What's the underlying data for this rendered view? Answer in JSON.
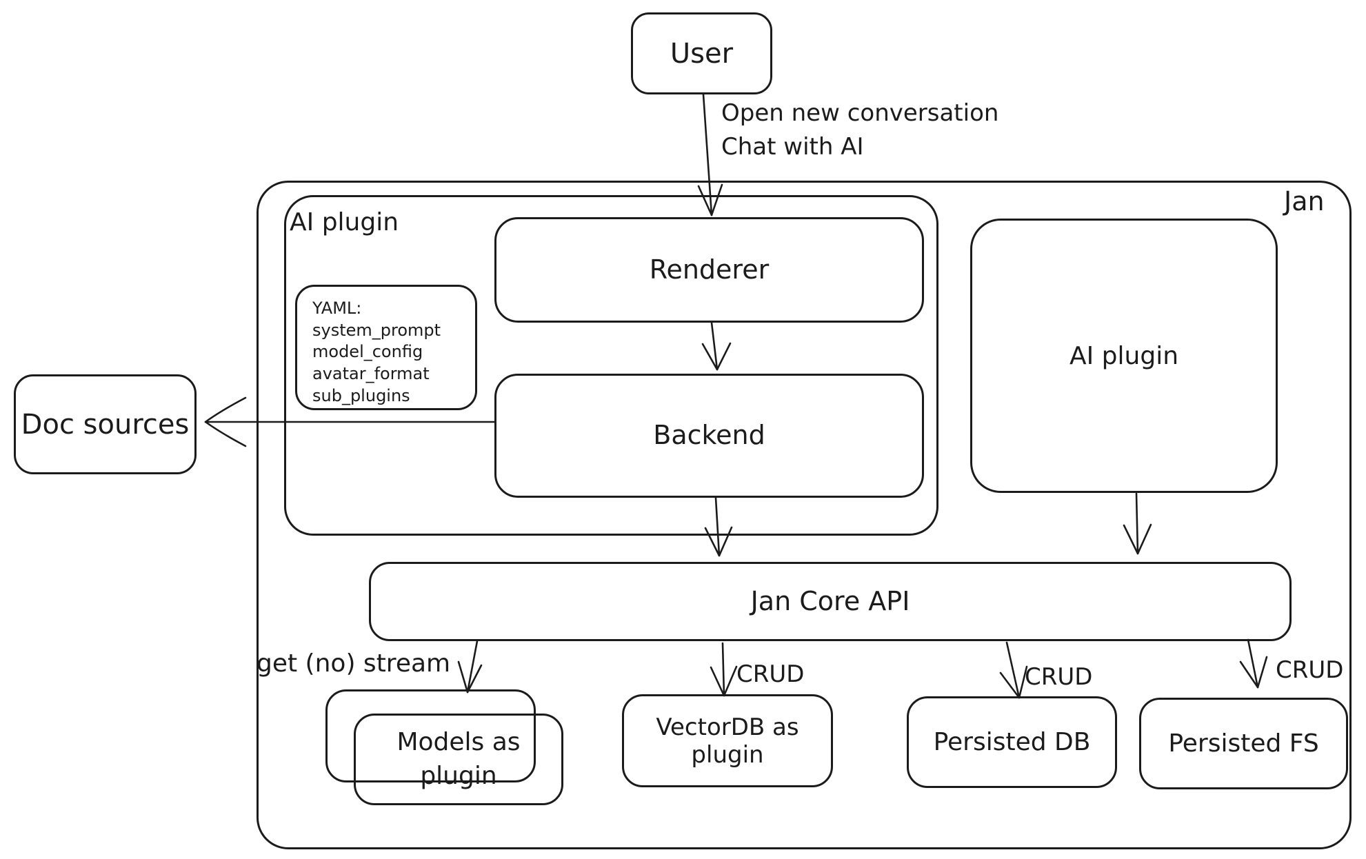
{
  "colors": {
    "stroke": "#1b1b1b",
    "background": "#ffffff"
  },
  "diagram": {
    "user": {
      "label": "User"
    },
    "user_edge": {
      "line1": "Open new conversation",
      "line2": "Chat with AI"
    },
    "jan": {
      "label": "Jan"
    },
    "ai_plugin_container": {
      "label": "AI plugin"
    },
    "yaml_note": {
      "title": "YAML:",
      "items": [
        "system_prompt",
        "model_config",
        "avatar_format",
        "sub_plugins"
      ]
    },
    "renderer": {
      "label": "Renderer"
    },
    "backend": {
      "label": "Backend"
    },
    "doc_sources": {
      "label": "Doc sources"
    },
    "ai_plugin_right": {
      "label": "AI plugin"
    },
    "jan_core_api": {
      "label": "Jan Core API"
    },
    "edge_labels": {
      "get_no_stream": "get (no) stream",
      "crud_vectordb": "CRUD",
      "crud_persisted_db": "CRUD",
      "crud_persisted_fs": "CRUD"
    },
    "models_as_plugin": {
      "line1": "Models as",
      "line2": "plugin"
    },
    "vectordb": {
      "line1": "VectorDB as",
      "line2": "plugin"
    },
    "persisted_db": {
      "label": "Persisted DB"
    },
    "persisted_fs": {
      "label": "Persisted FS"
    }
  }
}
